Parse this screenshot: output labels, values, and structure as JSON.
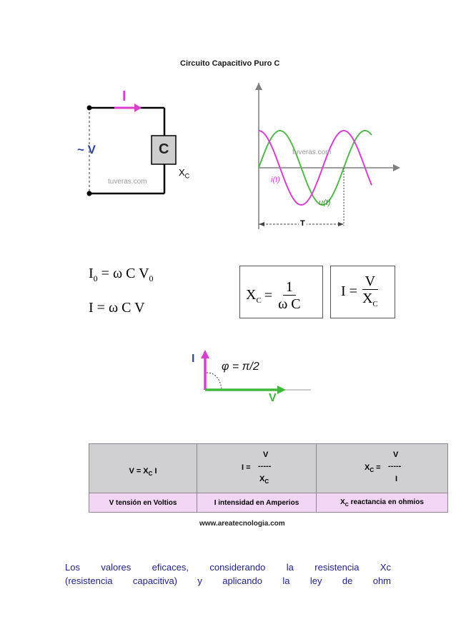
{
  "title": "Circuito Capacitivo Puro C",
  "circuit": {
    "current_label": "I",
    "voltage_label": "~ V",
    "capacitor_label": "C",
    "reactance_label": "X",
    "reactance_sub": "C",
    "watermark": "tuveras.com"
  },
  "waveform": {
    "watermark": "tuveras.com",
    "current_label": "i(t)",
    "voltage_label": "u(t)",
    "period_label": "T",
    "colors": {
      "current": "#d83fd0",
      "voltage": "#55b84c",
      "axis": "#7f7f7f"
    }
  },
  "equations": {
    "i0_main": "I",
    "i0_sub": "0",
    "i0_rhs": "= ω C V",
    "i0_rhs_sub": "0",
    "i_line": "I = ω C V",
    "box1_lhs": "X",
    "box1_lhs_sub": "C",
    "box1_eq": "=",
    "box1_num": "1",
    "box1_den": "ω C",
    "box2_lhs": "I =",
    "box2_num": "V",
    "box2_den": "X",
    "box2_den_sub": "C"
  },
  "phasor": {
    "current_label": "I",
    "voltage_label": "V",
    "angle_label": "φ = π/2",
    "colors": {
      "current": "#d83fd0",
      "voltage": "#3fb83a"
    }
  },
  "table": {
    "c1": {
      "lhs": "V = X",
      "sub": "C",
      "rhs": " I"
    },
    "c2": {
      "lhs": "I =",
      "num": "V",
      "dash": "-----",
      "den": "X",
      "den_sub": "C"
    },
    "c3": {
      "lhs": "X",
      "lhs_sub": "C",
      "eq": " =",
      "num": "V",
      "dash": "-----",
      "den": "I"
    },
    "d1": "V tensión en Voltios",
    "d2": "I intensidad en Amperios",
    "d3_main": "X",
    "d3_sub": "C",
    "d3_rest": " reactancia en ohmios"
  },
  "website": "www.areatecnologia.com",
  "paragraph": {
    "line1": "Los valores eficaces, considerando la resistencia Xc",
    "line2": "(resistencia capacitiva) y aplicando la ley de ohm"
  }
}
